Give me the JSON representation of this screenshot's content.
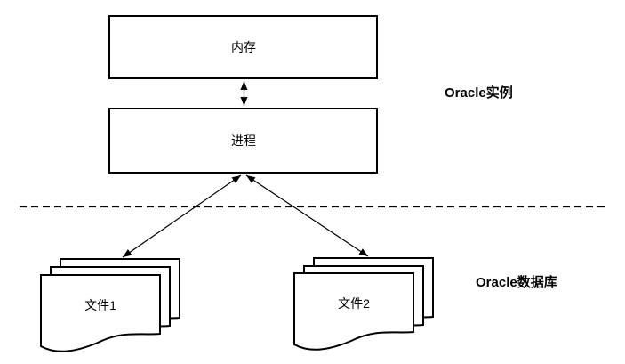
{
  "diagram": {
    "nodes": {
      "memory": "内存",
      "process": "进程",
      "file1": "文件1",
      "file2": "文件2"
    },
    "regions": {
      "instance": "Oracle实例",
      "database": "Oracle数据库"
    },
    "connectors": {
      "memory_process": "double-arrow",
      "process_file1": "double-arrow",
      "process_file2": "double-arrow",
      "divider": "dashed-line"
    }
  },
  "colors": {
    "line": "#000000",
    "background": "#ffffff",
    "text": "#000000"
  }
}
